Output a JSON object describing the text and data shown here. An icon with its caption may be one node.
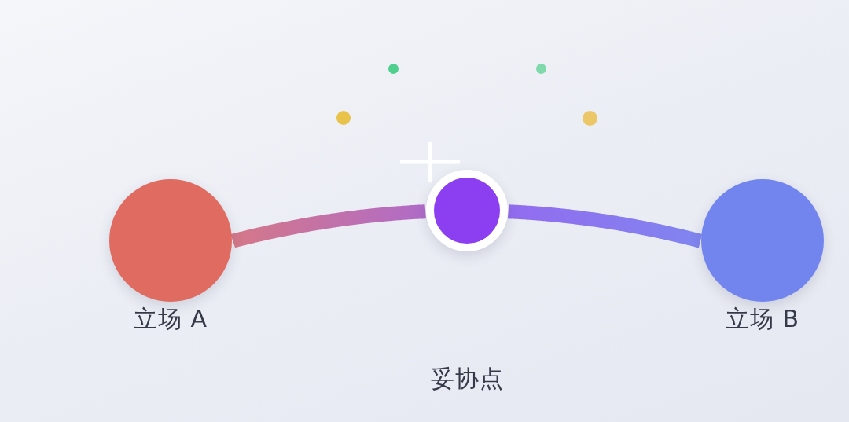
{
  "diagram": {
    "nodes": [
      {
        "text": [
          "立场 A"
        ]
      },
      {
        "text": [
          "妥协点"
        ]
      },
      {
        "text": [
          "立场 B"
        ]
      }
    ],
    "edges": [
      {
        "from": 0,
        "to": 1,
        "arrow": "none"
      },
      {
        "from": 1,
        "to": 2,
        "arrow": "none"
      }
    ]
  }
}
